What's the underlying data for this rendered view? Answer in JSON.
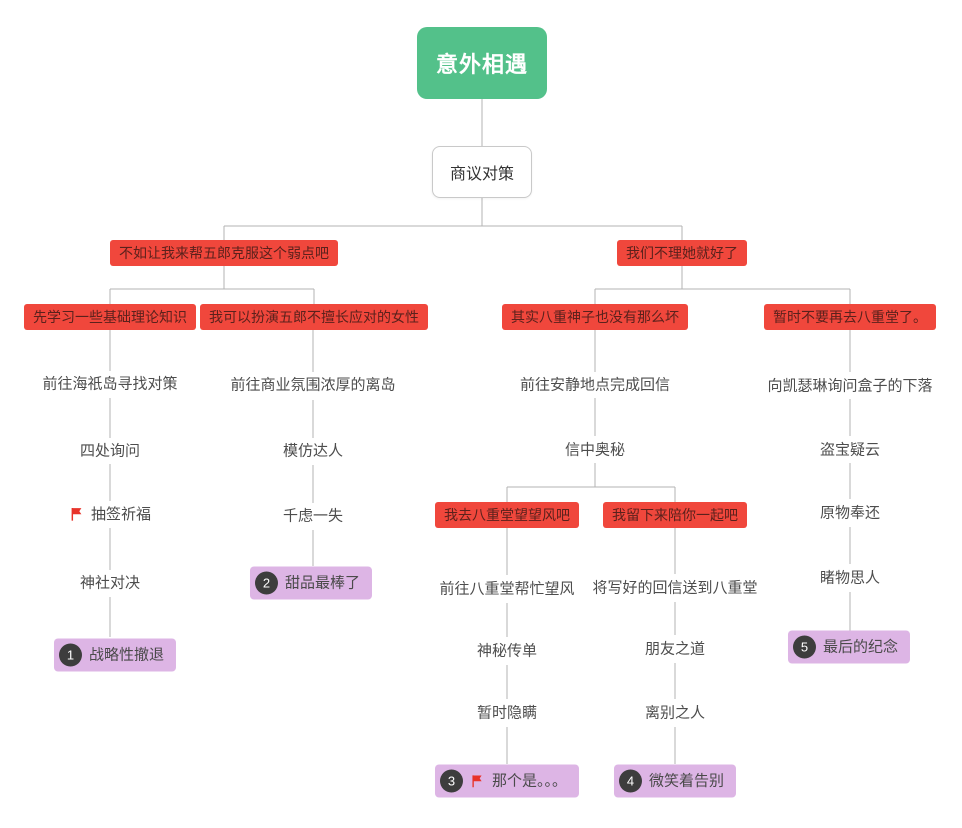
{
  "diagram_title": "意外相遇",
  "colors": {
    "root_bg": "#53C18A",
    "choice_bg": "#F0473C",
    "choice_text": "#5B211C",
    "ending_bg": "#DDB5E5",
    "badge_bg": "#3D3D3D",
    "step_text": "#4D4D4D",
    "connector_line": "#B3B3B3",
    "flag_red": "#E8332A"
  },
  "nodes": {
    "root": "意外相遇",
    "start": "商议对策"
  },
  "choices": {
    "c1": "不如让我来帮五郎克服这个弱点吧",
    "c2": "我们不理她就好了",
    "c11": "先学习一些基础理论知识",
    "c12": "我可以扮演五郎不擅长应对的女性",
    "c21": "其实八重神子也没有那么坏",
    "c22": "暂时不要再去八重堂了。",
    "c211": "我去八重堂望望风吧",
    "c212": "我留下来陪你一起吧"
  },
  "steps": {
    "s11_1": "前往海祇岛寻找对策",
    "s11_2": "四处询问",
    "s11_3": "抽签祈福",
    "s11_4": "神社对决",
    "s12_1": "前往商业氛围浓厚的离岛",
    "s12_2": "模仿达人",
    "s12_3": "千虑一失",
    "s21_1": "前往安静地点完成回信",
    "s21_2": "信中奥秘",
    "s211_1": "前往八重堂帮忙望风",
    "s211_2": "神秘传单",
    "s211_3": "暂时隐瞒",
    "s212_1": "将写好的回信送到八重堂",
    "s212_2": "朋友之道",
    "s212_3": "离别之人",
    "s22_1": "向凯瑟琳询问盒子的下落",
    "s22_2": "盗宝疑云",
    "s22_3": "原物奉还",
    "s22_4": "睹物思人"
  },
  "endings": {
    "e1": {
      "num": "1",
      "label": "战略性撤退"
    },
    "e2": {
      "num": "2",
      "label": "甜品最棒了"
    },
    "e3": {
      "num": "3",
      "label": "那个是。。。"
    },
    "e4": {
      "num": "4",
      "label": "微笑着告别"
    },
    "e5": {
      "num": "5",
      "label": "最后的纪念"
    }
  }
}
